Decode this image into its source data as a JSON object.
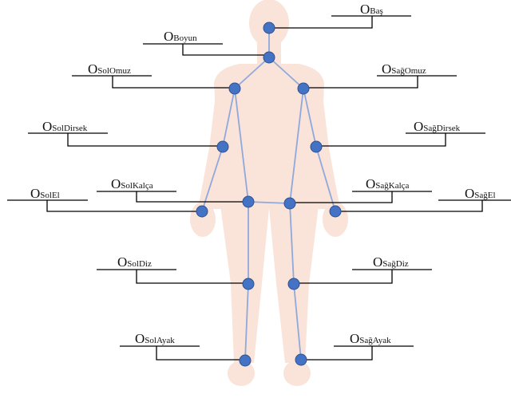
{
  "labels": {
    "head": {
      "prefix": "O",
      "text": "Baş"
    },
    "neck": {
      "prefix": "O",
      "text": "Boyun"
    },
    "left_shoulder": {
      "prefix": "O",
      "text": "SolOmuz"
    },
    "right_shoulder": {
      "prefix": "O",
      "text": "SağOmuz"
    },
    "left_elbow": {
      "prefix": "O",
      "text": "SolDirsek"
    },
    "right_elbow": {
      "prefix": "O",
      "text": "SağDirsek"
    },
    "left_hip": {
      "prefix": "O",
      "text": "SolKalça"
    },
    "right_hip": {
      "prefix": "O",
      "text": "SağKalça"
    },
    "left_hand": {
      "prefix": "O",
      "text": "SolEl"
    },
    "right_hand": {
      "prefix": "O",
      "text": "SağEl"
    },
    "left_knee": {
      "prefix": "O",
      "text": "SolDiz"
    },
    "right_knee": {
      "prefix": "O",
      "text": "SağDiz"
    },
    "left_foot": {
      "prefix": "O",
      "text": "SolAyak"
    },
    "right_foot": {
      "prefix": "O",
      "text": "SağAyak"
    }
  },
  "colors": {
    "body_fill": "#fae3d9",
    "joint_fill": "#4472c4",
    "joint_stroke": "#2f528f",
    "bone_stroke": "#8fa9dc",
    "leader_stroke": "#000000"
  }
}
